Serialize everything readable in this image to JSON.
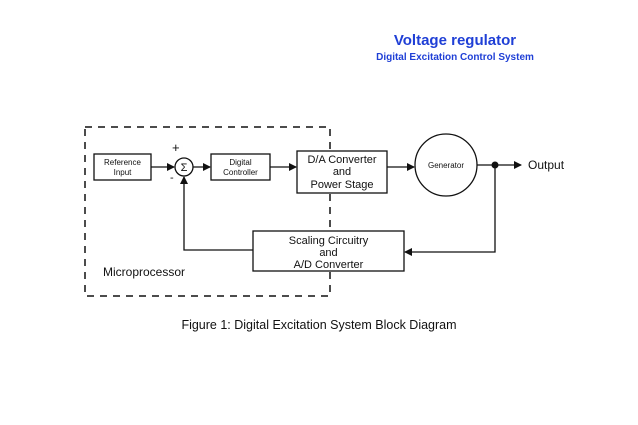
{
  "header": {
    "title": "Voltage regulator",
    "subtitle": "Digital Excitation Control System"
  },
  "diagram": {
    "blocks": {
      "reference": [
        "Reference",
        "Input"
      ],
      "controller": [
        "Digital",
        "Controller"
      ],
      "da": [
        "D/A Converter",
        "and",
        "Power Stage"
      ],
      "generator": "Generator",
      "scaling": [
        "Scaling Circuitry",
        "and",
        "A/D Converter"
      ]
    },
    "summing_symbol": "Σ",
    "plus_sign": "+",
    "minus_sign": "-",
    "output_label": "Output",
    "region_label": "Microprocessor"
  },
  "caption": "Figure 1: Digital Excitation System Block Diagram",
  "colors": {
    "title": "#1f3fd6",
    "ink": "#111111",
    "background": "#ffffff"
  }
}
